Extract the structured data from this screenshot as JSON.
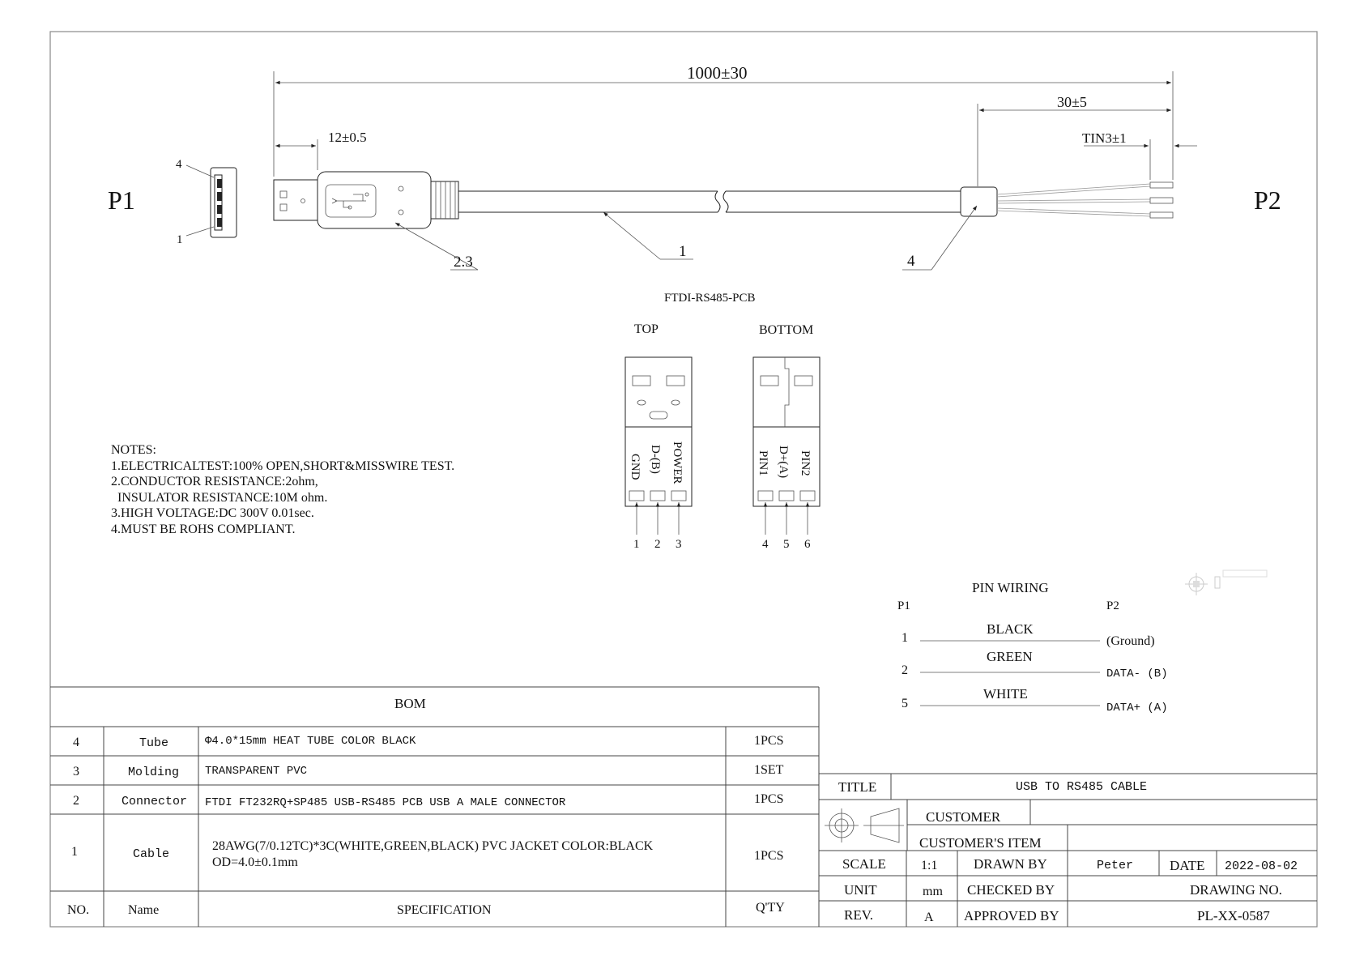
{
  "labels": {
    "p1": "P1",
    "p2": "P2",
    "p1_pin_top": "4",
    "p1_pin_bottom": "1"
  },
  "dimensions": {
    "overall": "1000±30",
    "strip": "30±5",
    "tin": "TIN3±1",
    "plug": "12±0.5"
  },
  "callouts": {
    "molding": "2.3",
    "cable": "1",
    "tube": "4"
  },
  "pcb": {
    "title": "FTDI-RS485-PCB",
    "top_label": "TOP",
    "bottom_label": "BOTTOM",
    "top_pads": [
      "GND",
      "D-(B)",
      "POWER"
    ],
    "bottom_pads": [
      "PIN1",
      "D+(A)",
      "PIN2"
    ],
    "top_nums": [
      "1",
      "2",
      "3"
    ],
    "bottom_nums": [
      "4",
      "5",
      "6"
    ]
  },
  "notes": {
    "heading": "NOTES:",
    "lines": [
      "1.ELECTRICALTEST:100% OPEN,SHORT&MISSWIRE TEST.",
      "2.CONDUCTOR RESISTANCE:2ohm,",
      "  INSULATOR RESISTANCE:10M ohm.",
      "3.HIGH VOLTAGE:DC 300V 0.01sec.",
      "4.MUST BE ROHS COMPLIANT."
    ]
  },
  "pin_wiring": {
    "title": "PIN WIRING",
    "left_header": "P1",
    "right_header": "P2",
    "rows": [
      {
        "p1": "1",
        "color": "BLACK",
        "p2": "(Ground)"
      },
      {
        "p1": "2",
        "color": "GREEN",
        "p2": "DATA- (B)"
      },
      {
        "p1": "5",
        "color": "WHITE",
        "p2": "DATA+ (A)"
      }
    ]
  },
  "bom": {
    "title": "BOM",
    "headers": [
      "NO.",
      "Name",
      "SPECIFICATION",
      "Q'TY"
    ],
    "rows": [
      {
        "no": "4",
        "name": "Tube",
        "spec": "Φ4.0*15mm HEAT TUBE COLOR BLACK",
        "qty": "1PCS"
      },
      {
        "no": "3",
        "name": "Molding",
        "spec": "TRANSPARENT PVC",
        "qty": "1SET"
      },
      {
        "no": "2",
        "name": "Connector",
        "spec": "FTDI FT232RQ+SP485 USB-RS485 PCB  USB A MALE CONNECTOR",
        "qty": "1PCS"
      },
      {
        "no": "1",
        "name": "Cable",
        "spec_line1": "28AWG(7/0.12TC)*3C(WHITE,GREEN,BLACK) PVC JACKET COLOR:BLACK",
        "spec_line2": "OD=4.0±0.1mm",
        "qty": "1PCS"
      }
    ]
  },
  "title_block": {
    "title_label": "TITLE",
    "title_value": "USB TO RS485 CABLE",
    "customer_label": "CUSTOMER",
    "customer_item_label": "CUSTOMER'S ITEM",
    "scale_label": "SCALE",
    "scale_value": "1:1",
    "drawn_by_label": "DRAWN BY",
    "drawn_by_value": "Peter",
    "date_label": "DATE",
    "date_value": "2022-08-02",
    "unit_label": "UNIT",
    "unit_value": "mm",
    "checked_by_label": "CHECKED BY",
    "drawing_no_label": "DRAWING NO.",
    "rev_label": "REV.",
    "rev_value": "A",
    "approved_by_label": "APPROVED BY",
    "drawing_no_value": "PL-XX-0587"
  }
}
